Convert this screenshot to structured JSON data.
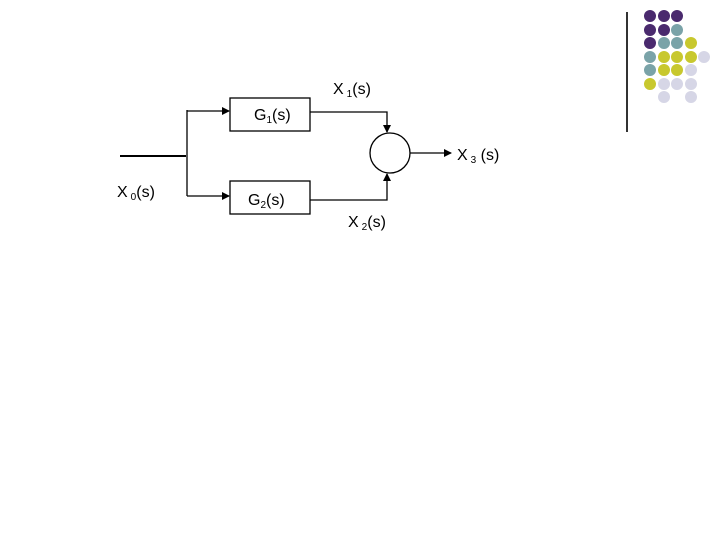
{
  "diagram": {
    "x0": {
      "base": "X",
      "sub": "0",
      "tail": "(s)"
    },
    "x1": {
      "base": "X",
      "sub": "1",
      "tail": "(s)"
    },
    "x2": {
      "base": "X",
      "sub": "2",
      "tail": "(s)"
    },
    "x3": {
      "base": "X",
      "sub": "3",
      "tail": " (s)"
    },
    "g1": {
      "base": "G",
      "sub": "1",
      "tail": "(s)"
    },
    "g2": {
      "base": "G",
      "sub": "2",
      "tail": "(s)"
    }
  },
  "decoration": {
    "colors": {
      "purple": "#4a2a6e",
      "teal": "#7aa3a8",
      "olive": "#c8c82e",
      "lavender": "#d6d6e6"
    }
  }
}
